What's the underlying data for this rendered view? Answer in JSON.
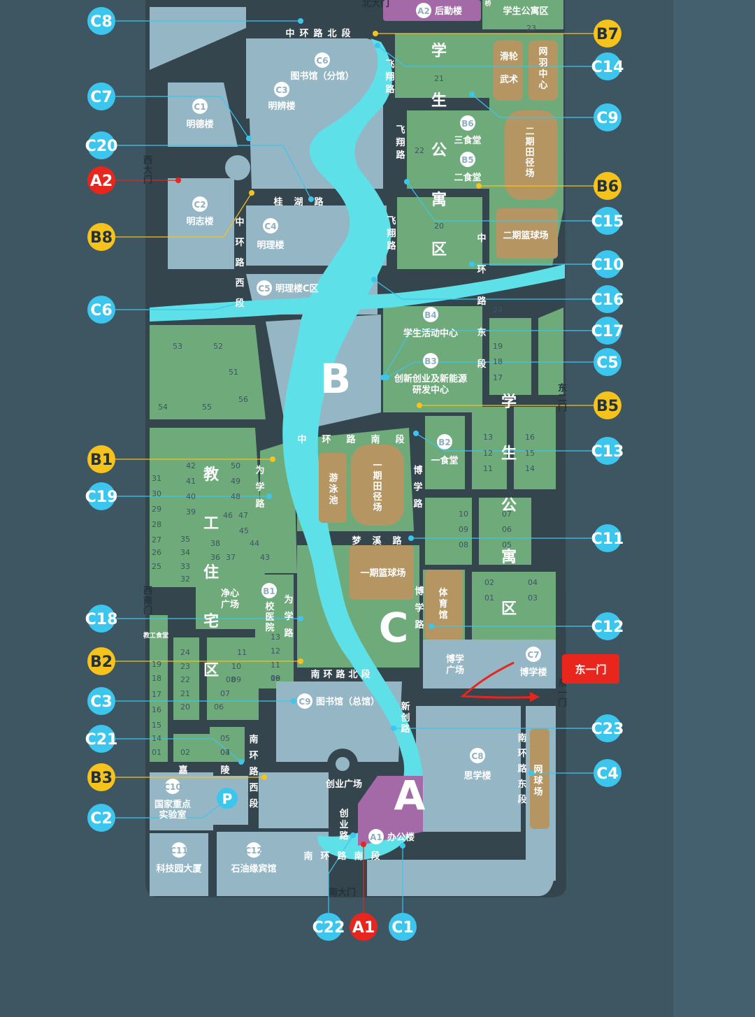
{
  "markers": {
    "left": [
      {
        "code": "C8",
        "type": "c"
      },
      {
        "code": "C7",
        "type": "c"
      },
      {
        "code": "C20",
        "type": "c"
      },
      {
        "code": "A2",
        "type": "a"
      },
      {
        "code": "B8",
        "type": "b"
      },
      {
        "code": "C6",
        "type": "c"
      },
      {
        "code": "B1",
        "type": "b"
      },
      {
        "code": "C19",
        "type": "c"
      },
      {
        "code": "C18",
        "type": "c"
      },
      {
        "code": "B2",
        "type": "b"
      },
      {
        "code": "C3",
        "type": "c"
      },
      {
        "code": "C21",
        "type": "c"
      },
      {
        "code": "B3",
        "type": "b"
      },
      {
        "code": "C2",
        "type": "c"
      }
    ],
    "right": [
      {
        "code": "B7",
        "type": "b"
      },
      {
        "code": "C14",
        "type": "c"
      },
      {
        "code": "C9",
        "type": "c"
      },
      {
        "code": "B6",
        "type": "b"
      },
      {
        "code": "C15",
        "type": "c"
      },
      {
        "code": "C10",
        "type": "c"
      },
      {
        "code": "C16",
        "type": "c"
      },
      {
        "code": "C17",
        "type": "c"
      },
      {
        "code": "C5",
        "type": "c"
      },
      {
        "code": "B5",
        "type": "b"
      },
      {
        "code": "C13",
        "type": "c"
      },
      {
        "code": "C11",
        "type": "c"
      },
      {
        "code": "C12",
        "type": "c"
      },
      {
        "code": "C23",
        "type": "c"
      },
      {
        "code": "C4",
        "type": "c"
      }
    ],
    "bottom": [
      {
        "code": "C22",
        "type": "c"
      },
      {
        "code": "A1",
        "type": "a"
      },
      {
        "code": "C1",
        "type": "c"
      }
    ]
  },
  "zones": {
    "a": "A",
    "b": "B",
    "c": "C"
  },
  "buildings": [
    {
      "code": "C6",
      "name": "图书馆（分馆）"
    },
    {
      "code": "C3",
      "name": "明辨楼"
    },
    {
      "code": "C1",
      "name": "明德楼"
    },
    {
      "code": "C2",
      "name": "明志楼"
    },
    {
      "code": "C4",
      "name": "明理楼"
    },
    {
      "code": "C5",
      "name": "明理楼C区"
    },
    {
      "code": "B6",
      "name": "三食堂"
    },
    {
      "code": "B5",
      "name": "二食堂"
    },
    {
      "code": "B4",
      "name": "学生活动中心"
    },
    {
      "code": "B3",
      "name": "创新创业及新能源"
    },
    {
      "code": "B2",
      "name": "一食堂"
    },
    {
      "code": "B1",
      "name": "校医院"
    },
    {
      "code": "C7",
      "name": "博学楼"
    },
    {
      "code": "C9",
      "name": "图书馆（总馆）"
    },
    {
      "code": "C8",
      "name": "思学楼"
    },
    {
      "code": "A1",
      "name": "办公楼"
    },
    {
      "code": "C10",
      "name": "国家重点"
    },
    {
      "code": "C11",
      "name": "科技园大厦"
    },
    {
      "code": "C12",
      "name": "石油缘宾馆"
    },
    {
      "code": "A2",
      "name": "后勤楼"
    }
  ],
  "labels": {
    "b3_line2": "研发中心",
    "c10_line2": "实验室",
    "student_apts": "学生公寓区",
    "teacher_canteen": "教工食堂",
    "jingxin": "净心",
    "jingxin2": "广场",
    "boxue_sq": "博学",
    "boxue_sq2": "广场",
    "chuangye_sq": "创业广场",
    "pool": "游泳池",
    "track1": "一期田径场",
    "court1": "一期篮球场",
    "gym": "体育馆",
    "track2": "二期田径场",
    "court2": "二期篮球场",
    "pulley": "滑轮",
    "wushu": "武术",
    "badminton": "网羽中心",
    "tennis": "网球场",
    "parking": "P",
    "gate_label": "东一门",
    "bridge": "桥"
  },
  "roads": {
    "zhonghuan_bei": "中环路北段",
    "guihu": "桂湖路",
    "zhonghuan_xi": "中环路西段",
    "zhonghuan_nan": "中环路南段",
    "zhonghuan_dong": "中环路东段",
    "feixiang": "飞翔路",
    "weixue": "为学路",
    "mengxi": "梦溪路",
    "boxue": "博学路",
    "nanhuan_bei": "南环路北段",
    "nanhuan_nan": "南环路南段",
    "nanhuan_dong": "南环路东段",
    "nanhuan_xi": "南环路西段",
    "jialing": "嘉陵",
    "xinchuang": "新创路",
    "chuangye": "创业路"
  },
  "vertical": {
    "student1": "学生公寓区",
    "teacher": "教工住宅区",
    "student2": "学生公寓区"
  },
  "gates": {
    "north": "北大门",
    "west": "西大门",
    "southwest": "西南门",
    "south": "南大门",
    "east2": "东二门",
    "east1": "东一门"
  },
  "numbers": {
    "n_north": [
      "23",
      "21",
      "22",
      "20",
      "24"
    ],
    "n_mid": [
      "19",
      "18",
      "17",
      "13",
      "12",
      "11",
      "16",
      "15",
      "14",
      "10",
      "09",
      "08",
      "07",
      "06",
      "05",
      "04",
      "03",
      "02",
      "01"
    ],
    "n_west": [
      "53",
      "52",
      "51",
      "54",
      "55",
      "56",
      "50",
      "49",
      "48",
      "47",
      "46",
      "45",
      "44",
      "43",
      "42",
      "41",
      "40",
      "39",
      "38",
      "37",
      "36",
      "35",
      "34",
      "33",
      "32",
      "31",
      "30",
      "29",
      "28",
      "27",
      "26",
      "25"
    ],
    "n_sw": [
      "19",
      "18",
      "17",
      "16",
      "15",
      "14",
      "01",
      "02",
      "24",
      "23",
      "22",
      "21",
      "20",
      "11",
      "10",
      "09",
      "08",
      "07",
      "06",
      "05",
      "04",
      "03",
      "13",
      "12",
      "11",
      "10",
      "09",
      "08"
    ]
  }
}
